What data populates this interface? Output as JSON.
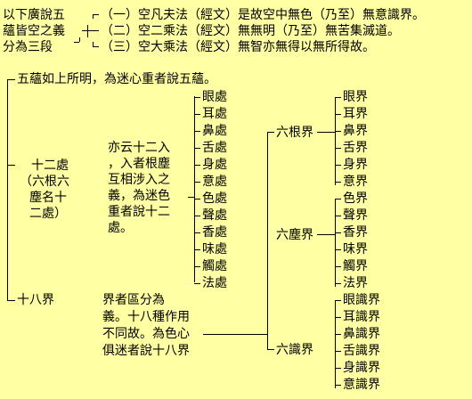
{
  "header": {
    "lines": [
      "以下廣說五",
      "蘊皆空之義",
      "分為三段"
    ],
    "sections": [
      "（一）空凡夫法（經文）是故空中無色（乃至）無意識界。",
      "（二）空二乘法（經文）無無明（乃至）無苦集滅道。",
      "（三）空大乘法（經文）無智亦無得以無所得故。"
    ]
  },
  "intro": "五蘊如上所明，為迷心重者說五蘊。",
  "twelve": {
    "title": "十二處",
    "sub_lines": [
      "（六根六",
      "塵名十",
      "二處）"
    ],
    "note_lines": [
      "亦云十二入",
      "，入者根塵",
      "互相涉入之",
      "義，為迷色",
      "重者說十二",
      "處。"
    ],
    "items": [
      "眼處",
      "耳處",
      "鼻處",
      "舌處",
      "身處",
      "意處",
      "色處",
      "聲處",
      "香處",
      "味處",
      "觸處",
      "法處"
    ]
  },
  "eighteen": {
    "title": "十八界",
    "note_lines": [
      "界者區分為",
      "義。十八種作用",
      "不同故。為色心",
      "俱迷者說十八界"
    ],
    "groups": [
      "六根界",
      "六塵界",
      "六識界"
    ],
    "items": [
      "眼界",
      "耳界",
      "鼻界",
      "舌界",
      "身界",
      "意界",
      "色界",
      "聲界",
      "香界",
      "味界",
      "觸界",
      "法界",
      "眼識界",
      "耳識界",
      "鼻識界",
      "舌識界",
      "身識界",
      "意識界"
    ]
  }
}
